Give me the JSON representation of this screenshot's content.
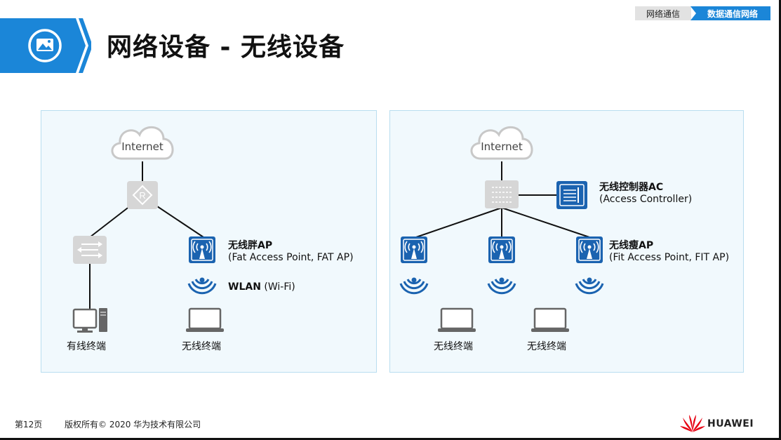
{
  "header": {
    "title": "网络设备 - 无线设备",
    "breadcrumb": [
      "网络通信",
      "数据通信网络"
    ],
    "accent_color": "#1b86d8"
  },
  "left_panel": {
    "cloud_label": "Internet",
    "fat_ap_title": "无线胖AP",
    "fat_ap_sub": "(Fat Access Point, FAT AP)",
    "wlan_title": "WLAN",
    "wlan_sub": "(Wi-Fi)",
    "wired_terminal": "有线终端",
    "wireless_terminal": "无线终端"
  },
  "right_panel": {
    "cloud_label": "Internet",
    "ac_title": "无线控制器AC",
    "ac_sub": "(Access Controller)",
    "fit_ap_title": "无线瘦AP",
    "fit_ap_sub": "(Fit Access Point, FIT AP)",
    "terminals": [
      "无线终端",
      "无线终端"
    ]
  },
  "footer": {
    "page": "第12页",
    "copyright": "版权所有© 2020 华为技术有限公司",
    "brand": "HUAWEI",
    "brand_color": "#e60012"
  },
  "icons": [
    "picture-icon",
    "cloud-icon",
    "router-icon",
    "switch-icon",
    "wireless-ap-icon",
    "wifi-signal-icon",
    "desktop-pc-icon",
    "laptop-icon",
    "access-controller-icon",
    "huawei-logo-icon"
  ]
}
